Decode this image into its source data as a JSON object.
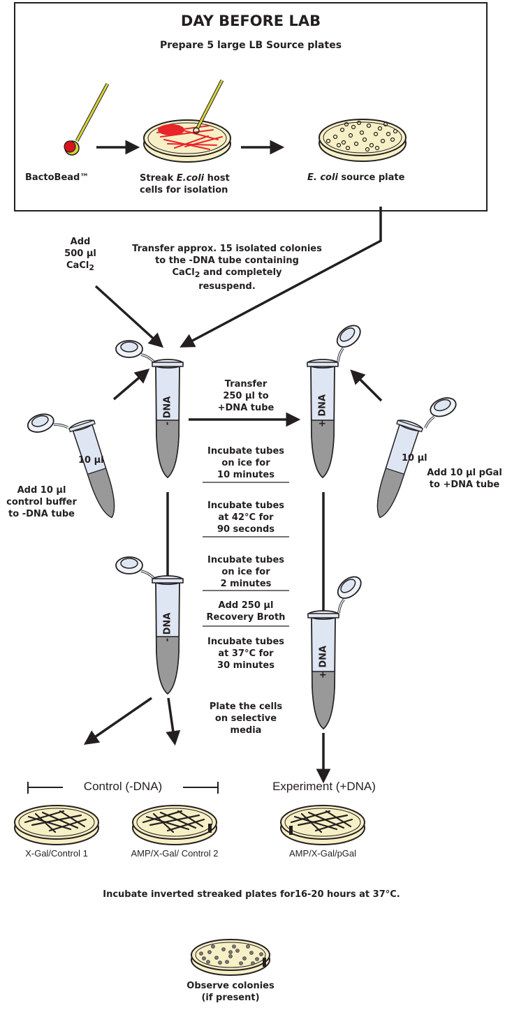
{
  "header": {
    "title": "DAY BEFORE LAB",
    "subtitle": "Prepare 5 large LB Source plates"
  },
  "top_row": {
    "bactobead": "BactoBead™",
    "streak_line1_a": "Streak ",
    "streak_line1_em": "E.coli",
    "streak_line1_b": " host",
    "streak_line2": "cells for isolation",
    "source_em": "E. coli",
    "source_rest": " source plate"
  },
  "add_cacl2": {
    "line1": "Add",
    "line2": "500 µl",
    "line3": "CaCl",
    "sub": "2"
  },
  "transfer_colonies": {
    "line1": "Transfer approx. 15 isolated colonies",
    "line2": "to the -DNA tube containing",
    "line3a": "CaCl",
    "line3sub": "2",
    "line3b": " and completely",
    "line4": "resuspend."
  },
  "tubes": {
    "minus": "- DNA",
    "plus": "+ DNA",
    "small_volume": "10 µl"
  },
  "transfer_250": {
    "line1": "Transfer",
    "line2": "250 µl to",
    "line3": "+DNA tube"
  },
  "add_control": {
    "line1": "Add 10 µl",
    "line2": "control buffer",
    "line3": "to -DNA tube"
  },
  "add_pgal": {
    "line1": "Add 10 µl pGal",
    "line2": "to +DNA tube"
  },
  "steps": [
    {
      "lines": [
        "Incubate tubes",
        "on ice for",
        "10 minutes"
      ]
    },
    {
      "lines": [
        "Incubate tubes",
        "at 42°C for",
        "90 seconds"
      ]
    },
    {
      "lines": [
        "Incubate tubes",
        "on ice for",
        "2 minutes"
      ]
    },
    {
      "lines": [
        "Add 250 µl",
        "Recovery Broth"
      ]
    },
    {
      "lines": [
        "Incubate tubes",
        "at 37°C for",
        "30 minutes"
      ]
    }
  ],
  "plate_cells": {
    "line1": "Plate the cells",
    "line2": "on selective",
    "line3": "media"
  },
  "groups": {
    "control": "Control (-DNA)",
    "experiment": "Experiment (+DNA)"
  },
  "plates": {
    "p1": "X-Gal/Control 1",
    "p2": "AMP/X-Gal/ Control 2",
    "p3": "AMP/X-Gal/pGal"
  },
  "incubate_inverted": "Incubate inverted streaked plates for16-20 hours at 37°C.",
  "observe": {
    "line1": "Observe colonies",
    "line2": "(if present)"
  },
  "colors": {
    "agar": "#f7f0c6",
    "streak": "#e8252a",
    "bead": "#d7141a",
    "loop": "#d6d43a",
    "tube": "#dfe6f3",
    "liquid": "#9a9a9a",
    "ink": "#231f20"
  }
}
